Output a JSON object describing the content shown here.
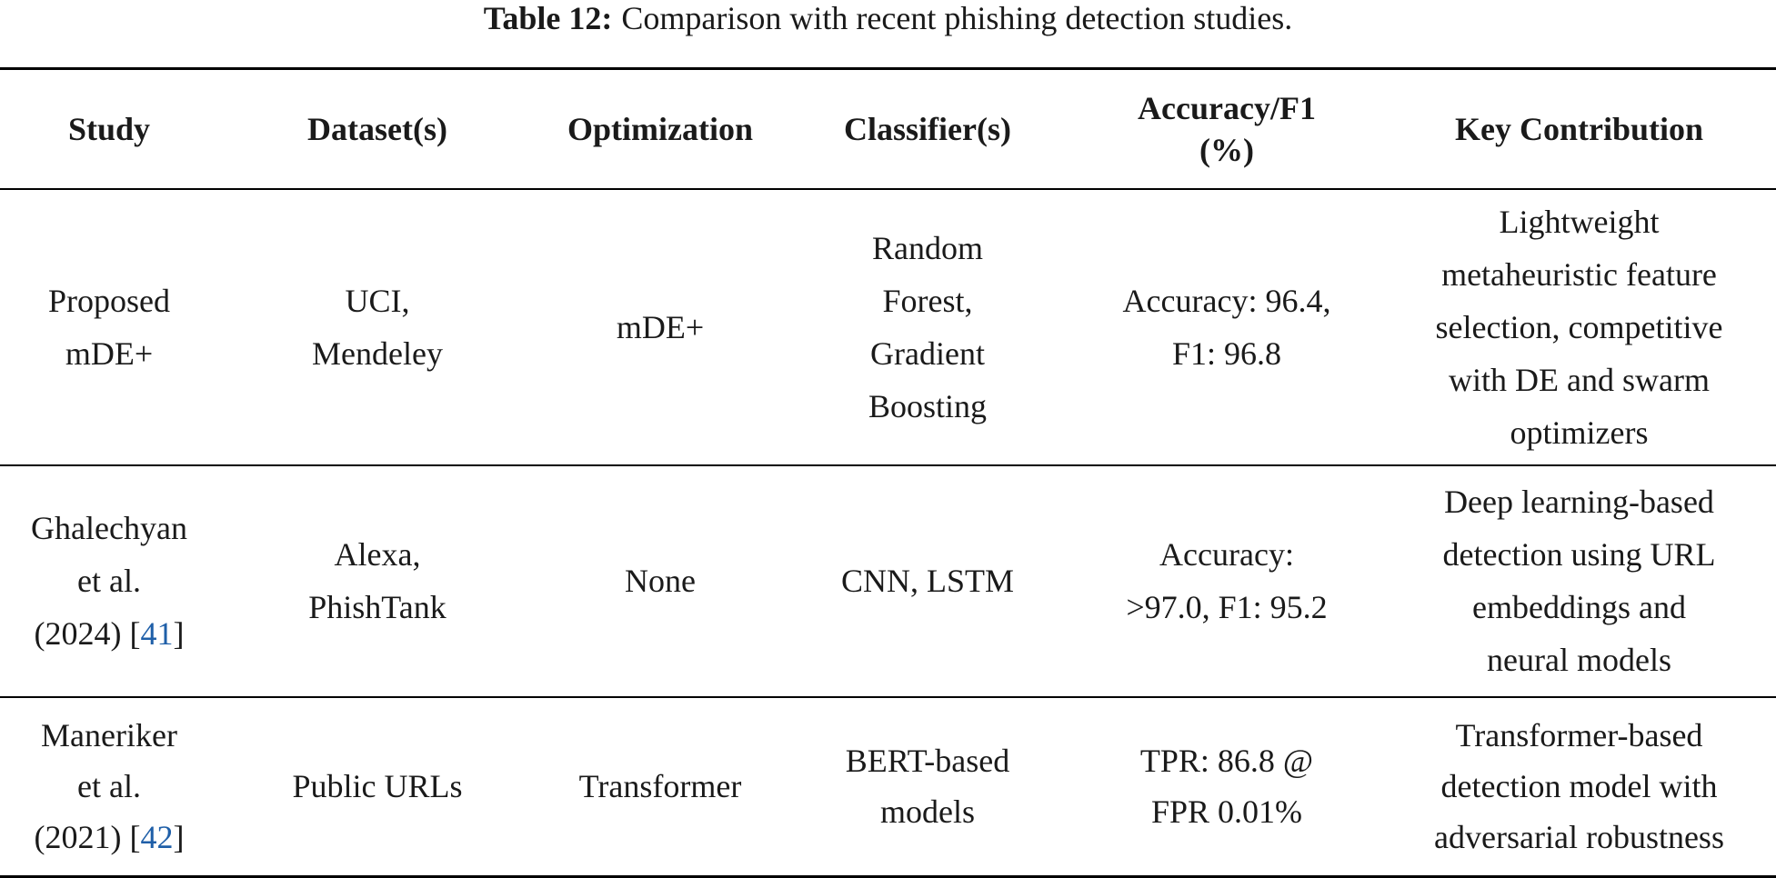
{
  "caption": {
    "label": "Table 12:",
    "text": "Comparison with recent phishing detection studies."
  },
  "headers": {
    "study": "Study",
    "datasets": "Dataset(s)",
    "optimization": "Optimization",
    "classifiers": "Classifier(s)",
    "metric_line1": "Accuracy/F1",
    "metric_line2": "(%)",
    "contribution": "Key Contribution"
  },
  "rows": [
    {
      "study": [
        "Proposed",
        "mDE+"
      ],
      "datasets": [
        "UCI,",
        "Mendeley"
      ],
      "optimization": "mDE+",
      "classifiers": [
        "Random",
        "Forest,",
        "Gradient",
        "Boosting"
      ],
      "metric": [
        "Accuracy: 96.4,",
        "F1: 96.8"
      ],
      "contribution": [
        "Lightweight",
        "metaheuristic feature",
        "selection, competitive",
        "with DE and swarm",
        "optimizers"
      ]
    },
    {
      "study": [
        "Ghalechyan",
        "et al.",
        "(2024) ["
      ],
      "ref": "41",
      "ref_close": "]",
      "datasets": [
        "Alexa,",
        "PhishTank"
      ],
      "optimization": "None",
      "classifiers": "CNN, LSTM",
      "metric": [
        "Accuracy:",
        ">97.0, F1: 95.2"
      ],
      "contribution": [
        "Deep learning-based",
        "detection using URL",
        "embeddings and",
        "neural models"
      ]
    },
    {
      "study": [
        "Maneriker",
        "et al.",
        "(2021) ["
      ],
      "ref": "42",
      "ref_close": "]",
      "datasets": "Public URLs",
      "optimization": "Transformer",
      "classifiers": [
        "BERT-based",
        "models"
      ],
      "metric": [
        "TPR: 86.8 @",
        "FPR 0.01%"
      ],
      "contribution": [
        "Transformer-based",
        "detection model with",
        "adversarial robustness"
      ]
    }
  ],
  "colors": {
    "link": "#1f5fa8",
    "rule": "#000000",
    "text": "#1a1a1a"
  }
}
